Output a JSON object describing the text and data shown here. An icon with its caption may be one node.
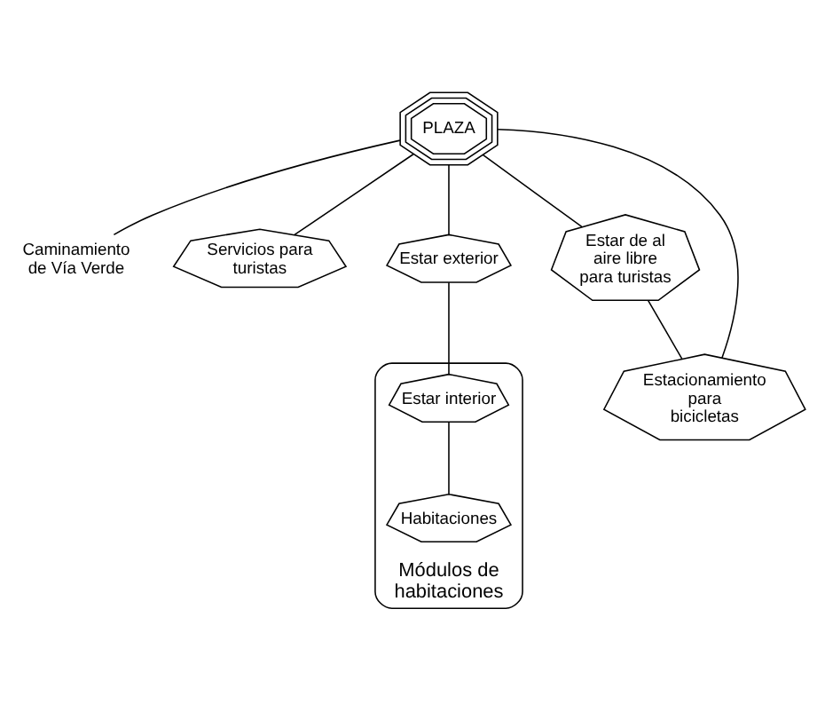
{
  "diagram": {
    "nodes": [
      {
        "text": [
          "PLAZA"
        ]
      },
      {
        "text": [
          "Caminamiento de Vía Verde"
        ]
      },
      {
        "text": [
          "Servicios para turistas"
        ]
      },
      {
        "text": [
          "Estar exterior"
        ]
      },
      {
        "text": [
          "Estar de al aire libre para turistas"
        ]
      },
      {
        "text": [
          "Estacionamiento para bicicletas"
        ]
      },
      {
        "text": [
          "Módulos de habitaciones"
        ]
      },
      {
        "text": [
          "Estar interior"
        ],
        "in": 6
      },
      {
        "text": [
          "Habitaciones"
        ],
        "in": 6
      }
    ],
    "edges": [
      {
        "from": 0,
        "to": 1,
        "arrow": "none"
      },
      {
        "from": 0,
        "to": 2,
        "arrow": "none"
      },
      {
        "from": 0,
        "to": 3,
        "arrow": "none"
      },
      {
        "from": 0,
        "to": 4,
        "arrow": "none"
      },
      {
        "from": 0,
        "to": 5,
        "arrow": "none"
      },
      {
        "from": 4,
        "to": 5,
        "arrow": "none"
      },
      {
        "from": 3,
        "to": 7,
        "arrow": "none"
      },
      {
        "from": 7,
        "to": 8,
        "arrow": "none"
      }
    ]
  }
}
